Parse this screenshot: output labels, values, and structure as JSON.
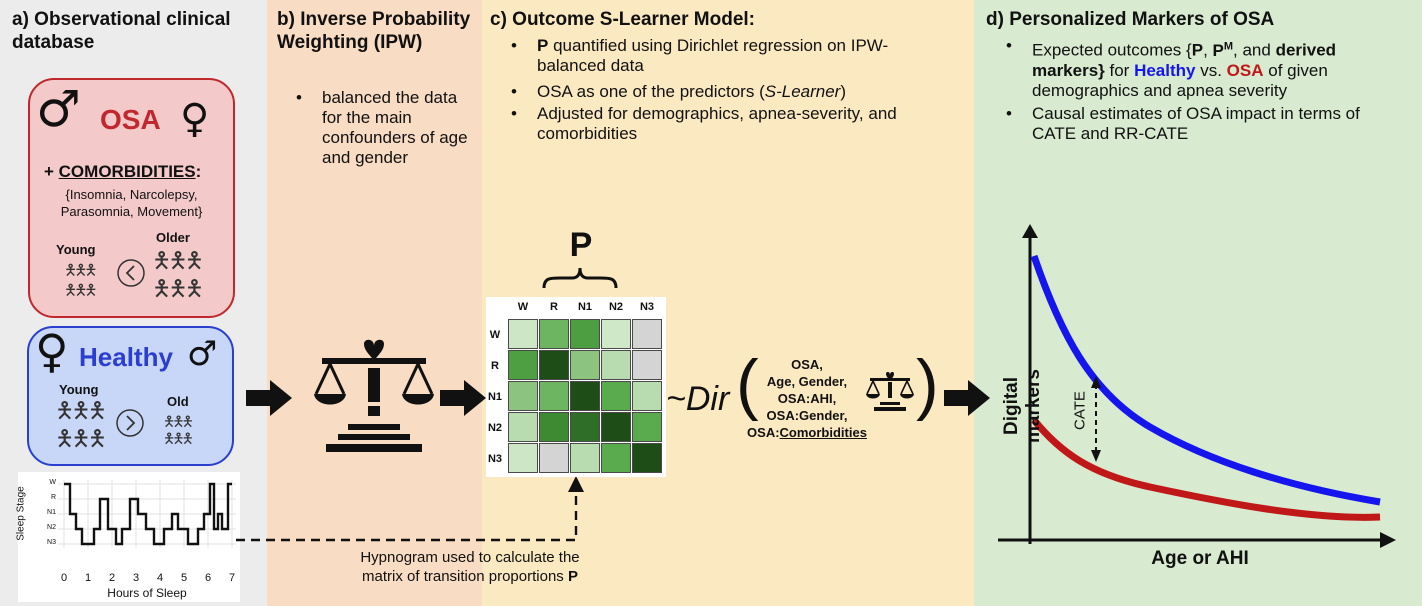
{
  "panel_a": {
    "title": "a) Observational clinical database",
    "osa_label": "OSA",
    "comorbidities_prefix": "+ ",
    "comorbidities_title": "COMORBIDITIES",
    "comorbidities_suffix": ":",
    "comorbidities_line1": "{Insomnia, Narcolepsy,",
    "comorbidities_line2": "Parasomnia,  Movement}",
    "osa_young": "Young",
    "osa_older": "Older",
    "healthy_label": "Healthy",
    "healthy_young": "Young",
    "healthy_old": "Old",
    "hypnogram_ylabel": "Sleep Stage",
    "hypnogram_xlabel": "Hours of Sleep",
    "hypnogram_stages": [
      "W",
      "R",
      "N1",
      "N2",
      "N3"
    ],
    "hypnogram_hours": [
      "0",
      "1",
      "2",
      "3",
      "4",
      "5",
      "6",
      "7"
    ],
    "male_symbol": "♂",
    "female_symbol": "♀",
    "less_symbol": "<",
    "greater_symbol": ">"
  },
  "panel_b": {
    "title": "b) Inverse Probability Weighting (IPW)",
    "bullet": "balanced the data for the main confounders of age and gender"
  },
  "panel_c": {
    "title": "c) Outcome S-Learner Model:",
    "bullet1_bold": "P",
    "bullet1_rest": " quantified using Dirichlet regression on IPW-balanced data",
    "bullet2_pre": "OSA as one of the predictors (",
    "bullet2_italic": "S-Learner",
    "bullet2_post": ")",
    "bullet3": "Adjusted for demographics, apnea-severity, and comorbidities",
    "matrix_label": "P",
    "matrix_cols": [
      "W",
      "R",
      "N1",
      "N2",
      "N3"
    ],
    "matrix_rows": [
      "W",
      "R",
      "N1",
      "N2",
      "N3"
    ],
    "matrix_colors": [
      [
        "#cde7c6",
        "#6db560",
        "#4c9e40",
        "#cfe8c8",
        "#d4d4d4"
      ],
      [
        "#4e9e42",
        "#1f4d18",
        "#8cc47f",
        "#b8dcb0",
        "#d4d4d4"
      ],
      [
        "#8cc47f",
        "#6db560",
        "#1f4d18",
        "#5aaa4e",
        "#b8dcb0"
      ],
      [
        "#b8dcb0",
        "#3d8a32",
        "#2e6e26",
        "#1f4d18",
        "#5aaa4e"
      ],
      [
        "#cde7c6",
        "#d4d4d4",
        "#b8dcb0",
        "#5aaa4e",
        "#1f4d18"
      ]
    ],
    "dir_prefix": "~Dir",
    "formula_lines": [
      "OSA,",
      "Age, Gender,",
      "OSA:AHI,",
      "OSA:Gender,"
    ],
    "formula_last_prefix": "OSA:",
    "formula_last_underlined": "Comorbidities",
    "hypnogram_caption_line1": "Hypnogram used to calculate the",
    "hypnogram_caption_line2_pre": "matrix of transition proportions ",
    "hypnogram_caption_line2_bold": "P"
  },
  "panel_d": {
    "title": "d) Personalized Markers of OSA",
    "bullet1_parts": {
      "pre": "Expected outcomes {",
      "p": "P",
      "comma1": ", ",
      "pm": "P",
      "pm_sup": "M",
      "and": ", and ",
      "derived": "derived markers}",
      "for": " for ",
      "healthy": "Healthy",
      "vs": " vs. ",
      "osa": "OSA",
      "post": " of given demographics and apnea severity"
    },
    "bullet2": "Causal estimates of OSA impact in terms of CATE and RR-CATE",
    "ylabel": "Digital markers",
    "xlabel": "Age or AHI",
    "cate_label": "CATE"
  },
  "colors": {
    "osa_red": "#c0282d",
    "healthy_blue": "#2a3fd0",
    "curve_blue": "#1515ee",
    "curve_red": "#c01818"
  }
}
